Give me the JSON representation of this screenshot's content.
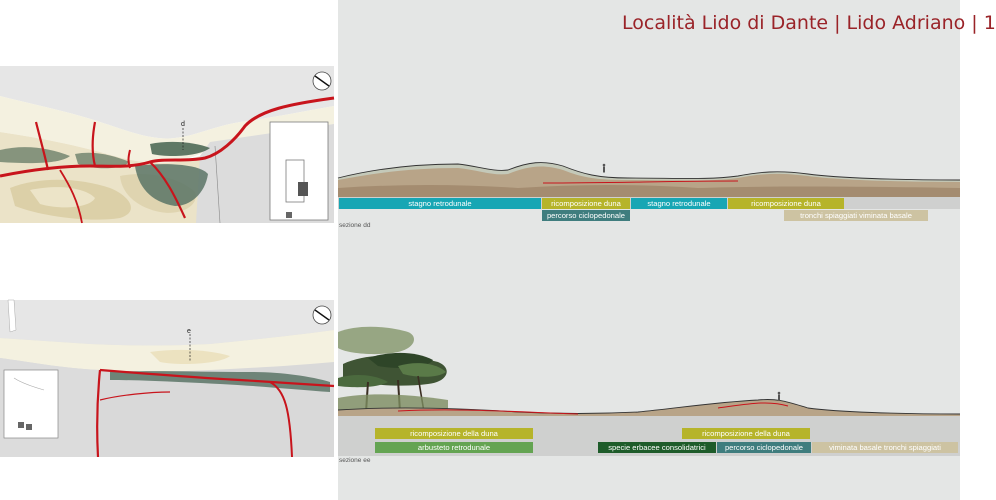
{
  "page": {
    "title": "Località Lido di Dante | Lido Adriano | 1"
  },
  "colors": {
    "title_red": "#9a2328",
    "teal": "#17a6b4",
    "olive": "#b6b42a",
    "slate": "#3f7d7e",
    "green": "#64a452",
    "dark_green": "#1e5c2a",
    "tan": "#cdc3a2",
    "path_red": "#c8141c"
  },
  "section_dd": {
    "caption": "sezione dd",
    "labels": [
      "stagno retrodunale",
      "ricomposizione duna",
      "percorso ciclopedonale",
      "stagno retrodunale",
      "ricomposizione duna",
      "tronchi spiaggiati viminata basale"
    ]
  },
  "section_ee": {
    "caption": "sezione ee",
    "labels": [
      "ricomposizione della duna",
      "arbusteto retrodunale",
      "ricomposizione della duna",
      "specie erbacee consolidatrici",
      "percorso ciclopedonale",
      "viminata basale tronchi spiaggiati"
    ]
  },
  "map_dd": {
    "marker": "d",
    "north_icon": "north-arrow-icon"
  },
  "map_ee": {
    "marker": "e",
    "north_icon": "north-arrow-icon"
  }
}
